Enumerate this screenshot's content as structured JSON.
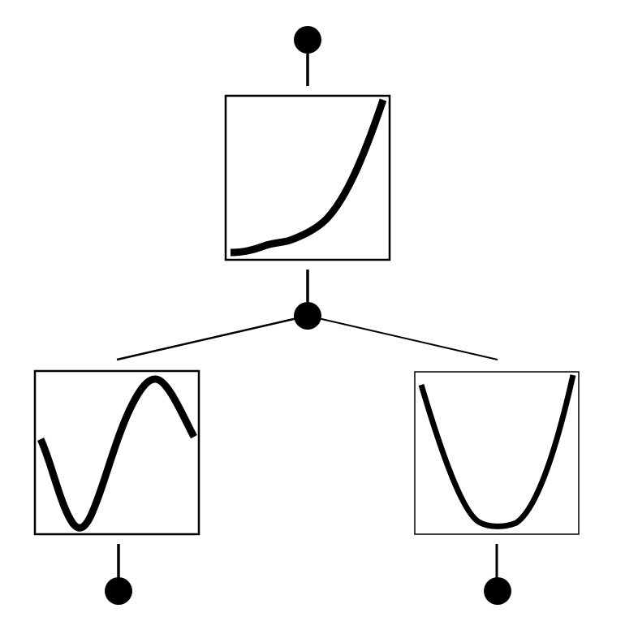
{
  "diagram": {
    "type": "tree",
    "ink_color": "#000000",
    "background_color": "#ffffff",
    "nodes": [
      {
        "id": "top-terminal",
        "kind": "terminal"
      },
      {
        "id": "box-exponential",
        "kind": "function-box",
        "curve": "exponential-growth"
      },
      {
        "id": "junction",
        "kind": "junction"
      },
      {
        "id": "box-sine",
        "kind": "function-box",
        "curve": "sine-wave"
      },
      {
        "id": "box-parabola",
        "kind": "function-box",
        "curve": "parabola"
      },
      {
        "id": "bottom-left-terminal",
        "kind": "terminal"
      },
      {
        "id": "bottom-right-terminal",
        "kind": "terminal"
      }
    ],
    "edges": [
      {
        "from": "top-terminal",
        "to": "box-exponential"
      },
      {
        "from": "box-exponential",
        "to": "junction"
      },
      {
        "from": "junction",
        "to": "box-sine"
      },
      {
        "from": "junction",
        "to": "box-parabola"
      },
      {
        "from": "box-sine",
        "to": "bottom-left-terminal"
      },
      {
        "from": "box-parabola",
        "to": "bottom-right-terminal"
      }
    ]
  }
}
